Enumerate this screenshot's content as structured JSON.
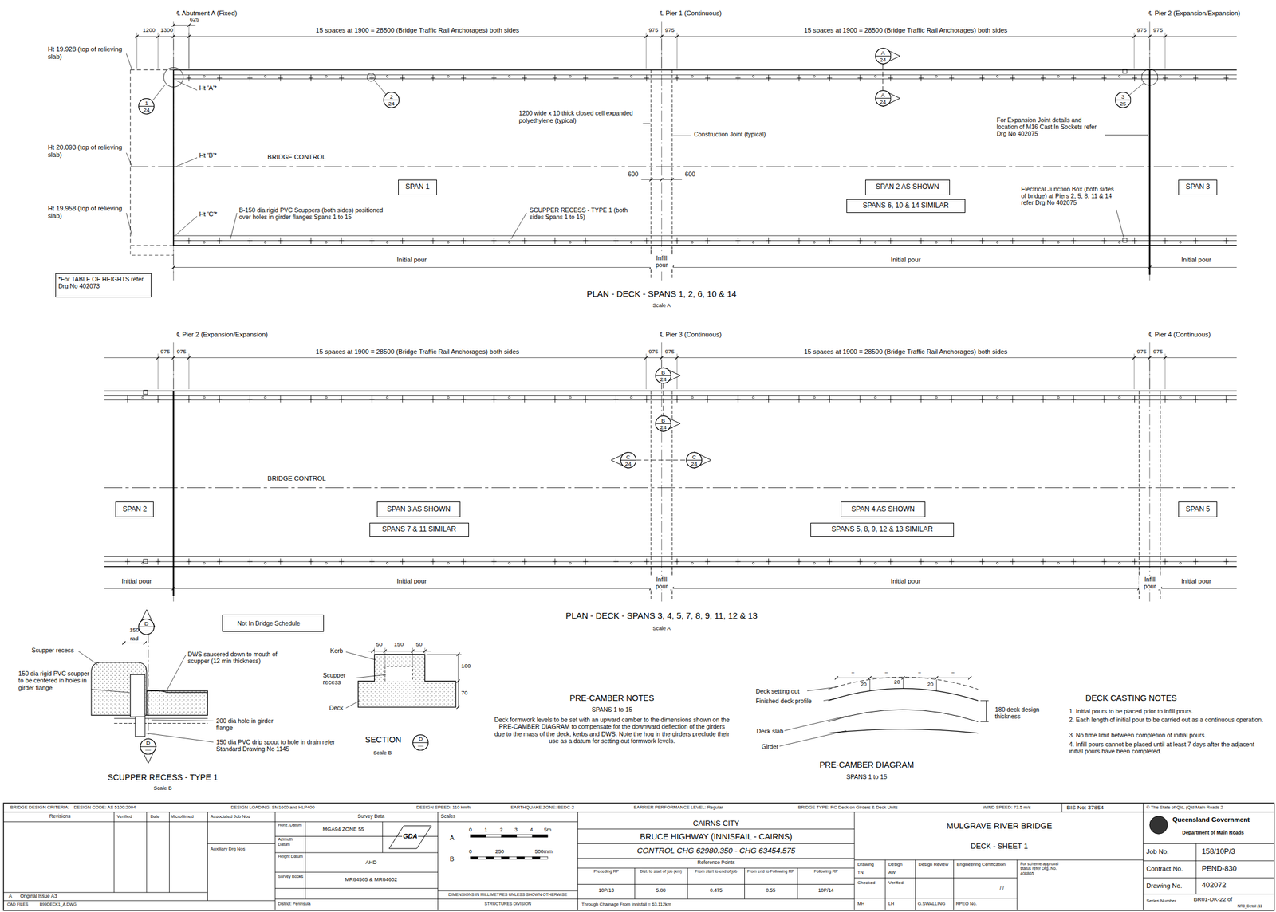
{
  "diagram": {
    "nodes": [
      {
        "text": [
          "SPAN 1"
        ]
      },
      {
        "text": [
          "SPAN 2 AS SHOWN"
        ]
      },
      {
        "text": [
          "SPANS 6, 10 & 14 SIMILAR"
        ]
      },
      {
        "text": [
          "SPAN 3"
        ]
      },
      {
        "text": [
          "SPAN 2"
        ]
      },
      {
        "text": [
          "SPAN 3 AS SHOWN"
        ]
      },
      {
        "text": [
          "SPANS 7 & 11 SIMILAR"
        ]
      },
      {
        "text": [
          "SPAN 4 AS SHOWN"
        ]
      },
      {
        "text": [
          "SPANS 5, 8, 9, 12 & 13 SIMILAR"
        ]
      },
      {
        "text": [
          "SPAN 5"
        ]
      },
      {
        "text": [
          "*For TABLE OF HEIGHTS refer Drg No 402073"
        ]
      },
      {
        "text": [
          "Not In Bridge Schedule"
        ]
      },
      {
        "text": [
          "1",
          "24"
        ]
      },
      {
        "text": [
          "2",
          "24"
        ]
      },
      {
        "text": [
          "A",
          "24"
        ]
      },
      {
        "text": [
          "A",
          "24"
        ]
      },
      {
        "text": [
          "3",
          "25"
        ]
      },
      {
        "text": [
          "B",
          "24"
        ]
      },
      {
        "text": [
          "B",
          "24"
        ]
      },
      {
        "text": [
          "C",
          "24"
        ]
      },
      {
        "text": [
          "C",
          "24"
        ]
      },
      {
        "text": [
          "D",
          "—"
        ]
      },
      {
        "text": [
          "D",
          "—"
        ]
      },
      {
        "text": [
          "D",
          "—"
        ]
      }
    ],
    "labels": [
      "℄ Abutment A (Fixed)",
      "℄ Pier 1 (Continuous)",
      "℄ Pier 2 (Expansion/Expansion)",
      "1200",
      "1300",
      "625",
      "15 spaces at 1900 = 28500 (Bridge Traffic Rail Anchorages) both sides",
      "975",
      "975",
      "15 spaces at 1900 = 28500 (Bridge Traffic Rail Anchorages) both sides",
      "975",
      "975",
      "Ht 19.928 (top of relieving slab)",
      "Ht 'A'*",
      "Ht 20.093 (top of relieving slab)",
      "Ht 'B'*",
      "BRIDGE CONTROL",
      "Ht 19.958 (top of relieving slab)",
      "Ht 'C'*",
      "B-150 dia rigid PVC Scuppers (both sides) positioned over holes in girder flanges Spans 1 to 15",
      "SCUPPER RECESS - TYPE 1 (both sides Spans 1 to 15)",
      "1200 wide x 10 thick closed cell expanded polyethylene (typical)",
      "Construction Joint (typical)",
      "600",
      "600",
      "For Expansion Joint details and location of M16 Cast In Sockets refer Drg No 402075",
      "Electrical Junction Box (both sides of bridge) at Piers 2, 5, 8, 11 & 14 refer Drg No 402075",
      "Initial pour",
      "Infill pour",
      "Initial pour",
      "Initial pour",
      "PLAN - DECK - SPANS 1, 2, 6, 10 & 14",
      "Scale A",
      "℄ Pier 2 (Expansion/Expansion)",
      "℄ Pier 3 (Continuous)",
      "℄ Pier 4 (Continuous)",
      "975",
      "975",
      "15 spaces at 1900 = 28500 (Bridge Traffic Rail Anchorages) both sides",
      "975",
      "975",
      "15 spaces at 1900 = 28500 (Bridge Traffic Rail Anchorages) both sides",
      "975",
      "975",
      "BRIDGE CONTROL",
      "Initial pour",
      "Initial pour",
      "Infill pour",
      "Initial pour",
      "Infill pour",
      "Initial pour",
      "PLAN - DECK - SPANS 3, 4, 5, 7, 8, 9, 11, 12 & 13",
      "Scale A",
      "Scupper recess",
      "150",
      "rad",
      "DWS saucered down to mouth of scupper (12 min thickness)",
      "150 dia rigid PVC scupper to be centered in holes in girder flange",
      "200 dia hole in girder flange",
      "150 dia PVC drip spout to hole in drain refer Standard Drawing No 1145",
      "SCUPPER RECESS - TYPE 1",
      "Scale B",
      "Kerb",
      "50",
      "150",
      "50",
      "100",
      "70",
      "Scupper recess",
      "Deck",
      "SECTION",
      "Scale B",
      "PRE-CAMBER NOTES",
      "SPANS 1 to 15",
      "Deck formwork levels to be set with an upward camber to the dimensions shown on the PRE-CAMBER DIAGRAM to compensate for the downward deflection of the girders due to the mass of the deck, kerbs and DWS. Note the hog in the girders preclude their use as a datum for setting out formwork levels.",
      "Deck setting out",
      "Finished deck profile",
      "Deck slab",
      "Girder",
      "=",
      "=",
      "=",
      "=",
      "20",
      "20",
      "20",
      "180 deck design thickness",
      "PRE-CAMBER DIAGRAM",
      "SPANS 1 to 15",
      "DECK CASTING NOTES",
      "1. Initial pours to be placed prior to infill pours.",
      "2. Each length of initial pour to be carried out as a continuous operation.",
      "3. No time limit between completion of initial pours.",
      "4. Infill pours cannot be placed until at least 7 days after the adjacent initial pours have been completed.",
      "BRIDGE DESIGN CRITERIA:",
      "DESIGN CODE: AS 5100:2004",
      "DESIGN LOADING: SM1600 and HLP400",
      "DESIGN SPEED: 110 km/h",
      "EARTHQUAKE ZONE: BEDC-2",
      "BARRIER PERFORMANCE LEVEL: Regular",
      "BRIDGE TYPE: RC Deck on Girders & Deck Units",
      "WIND SPEED: 73.5 m/s",
      "BIS No: 37854",
      "© The State of Qld, (Qld Main Roads 2",
      "Revisions",
      "Verified",
      "Date",
      "Microfilmed",
      "Associated Job Nos",
      "Auxiliary Drg Nos",
      "A",
      "Original Issue A3",
      "CAD FILES",
      "B99DECK1_A.DWG",
      "Survey Data",
      "Horiz. Datum",
      "MGA94 ZONE 55",
      "Azimuth Datum",
      "Height Datum",
      "AHD",
      "Survey Books",
      "MR84565 & MR84602",
      "District: Peninsula",
      "GDA",
      "Scales",
      "A",
      "0",
      "1",
      "2",
      "3",
      "4",
      "5m",
      "B",
      "0",
      "250",
      "500mm",
      "DIMENSIONS IN MILLIMETRES UNLESS SHOWN OTHERWISE",
      "STRUCTURES DIVISION",
      "CAIRNS CITY",
      "BRUCE HIGHWAY (INNISFAIL - CAIRNS)",
      "CONTROL CHG 62980.350 - CHG 63454.575",
      "Reference Points",
      "Preceding RP",
      "Dist. to start of job (km)",
      "From start to end of job",
      "From end to Following RP",
      "Following RP",
      "10P/13",
      "5.88",
      "0.475",
      "0.55",
      "10P/14",
      "Through Chainage From Innisfail = 63.112km",
      "MULGRAVE RIVER BRIDGE",
      "DECK - SHEET 1",
      "Drawing",
      "TN",
      "Checked",
      "MH",
      "Design",
      "AW",
      "Verified",
      "LH",
      "Design Review",
      "G.SWALLING",
      "Engineering Certification",
      "/ /",
      "RPEQ No.",
      "For scheme approval status refer Drg. No. 408865",
      "Queensland Government",
      "Department of Main Roads",
      "Job No.",
      "158/10P/3",
      "Contract No.",
      "PEND-830",
      "Drawing No.",
      "402072",
      "Series Number",
      "BR01-DK-22 of",
      "NR8_Detail (11"
    ]
  }
}
